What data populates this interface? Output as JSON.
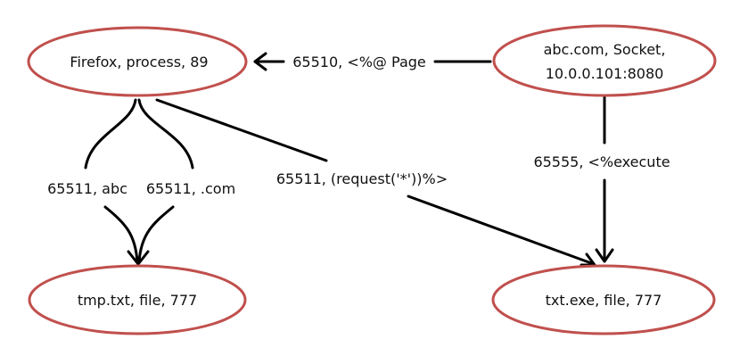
{
  "colors": {
    "node_border": "#c0504d",
    "edge": "#000000",
    "text": "#111111",
    "background": "#ffffff"
  },
  "nodes": {
    "firefox": {
      "label": "Firefox, process, 89"
    },
    "socket": {
      "line1": "abc.com, Socket,",
      "line2": "10.0.0.101:8080"
    },
    "tmp": {
      "label": "tmp.txt, file, 777"
    },
    "txtexe": {
      "label": "txt.exe, file, 777"
    }
  },
  "edges": {
    "socket_to_firefox": "65510, <%@ Page",
    "firefox_to_tmp_a": "65511, abc",
    "firefox_to_tmp_b": "65511, .com",
    "firefox_to_txtexe": "65511, (request('*'))%>",
    "socket_to_txtexe": "65555, <%execute"
  }
}
